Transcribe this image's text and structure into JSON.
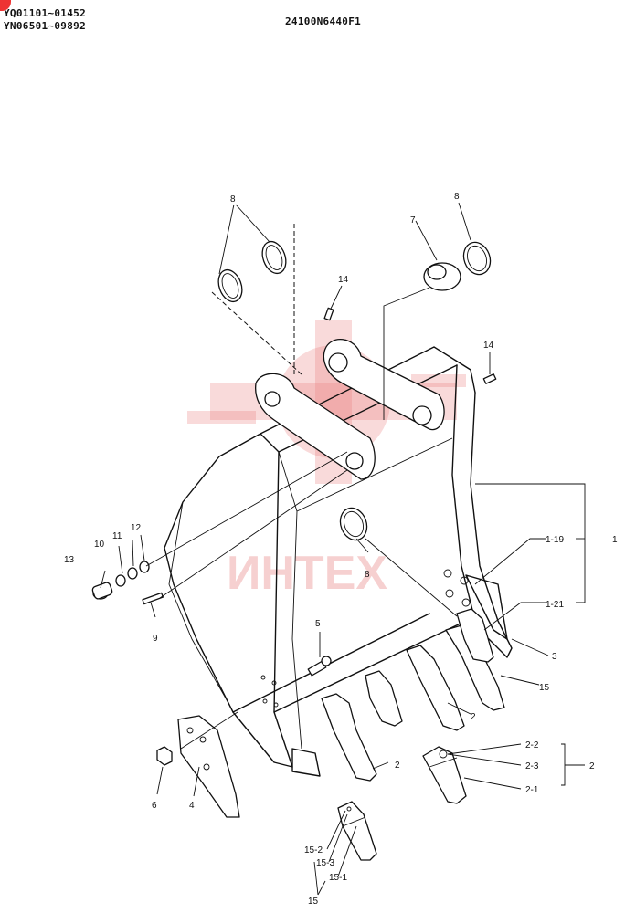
{
  "header": {
    "serial_range_1": "YQ01101~01452",
    "serial_range_2": "YN06501~09892",
    "drawing_number": "24100N6440F1"
  },
  "watermark": {
    "text": "ИНТЕХ",
    "color": "#e87a7a"
  },
  "callouts": {
    "c1": "1",
    "c1_19": "1-19",
    "c1_21": "1-21",
    "c2_a": "2",
    "c2_b": "2",
    "c2_c": "2",
    "c2_1": "2-1",
    "c2_2": "2-2",
    "c2_3": "2-3",
    "c3": "3",
    "c4": "4",
    "c5": "5",
    "c6": "6",
    "c7": "7",
    "c8_a": "8",
    "c8_b": "8",
    "c8_c": "8",
    "c9": "9",
    "c10": "10",
    "c11": "11",
    "c12": "12",
    "c13": "13",
    "c14_a": "14",
    "c14_b": "14",
    "c15_a": "15",
    "c15_b": "15",
    "c15_1": "15-1",
    "c15_2": "15-2",
    "c15_3": "15-3"
  }
}
